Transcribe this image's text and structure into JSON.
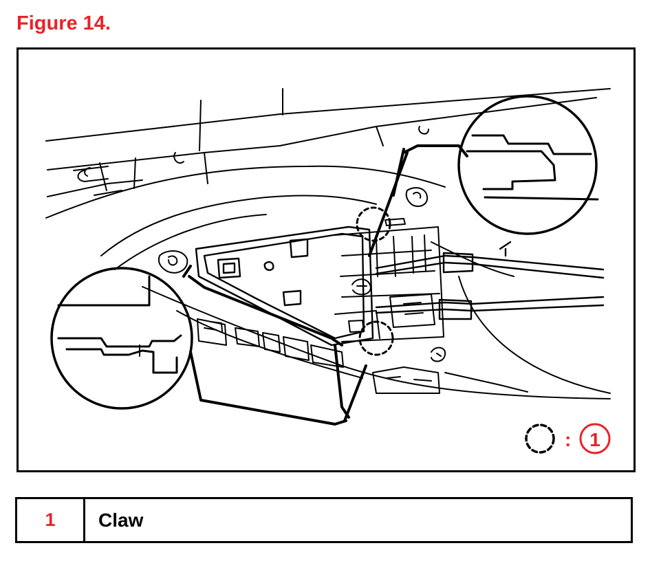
{
  "figure_title": "Figure 14.",
  "callout": {
    "number": "1",
    "separator": ":"
  },
  "legend": [
    {
      "number": "1",
      "label": "Claw"
    }
  ],
  "colors": {
    "accent": "#e8232a",
    "line": "#000000",
    "background": "#ffffff"
  },
  "icons": [
    "dashed-circle-claw-marker",
    "circled-number-callout"
  ]
}
